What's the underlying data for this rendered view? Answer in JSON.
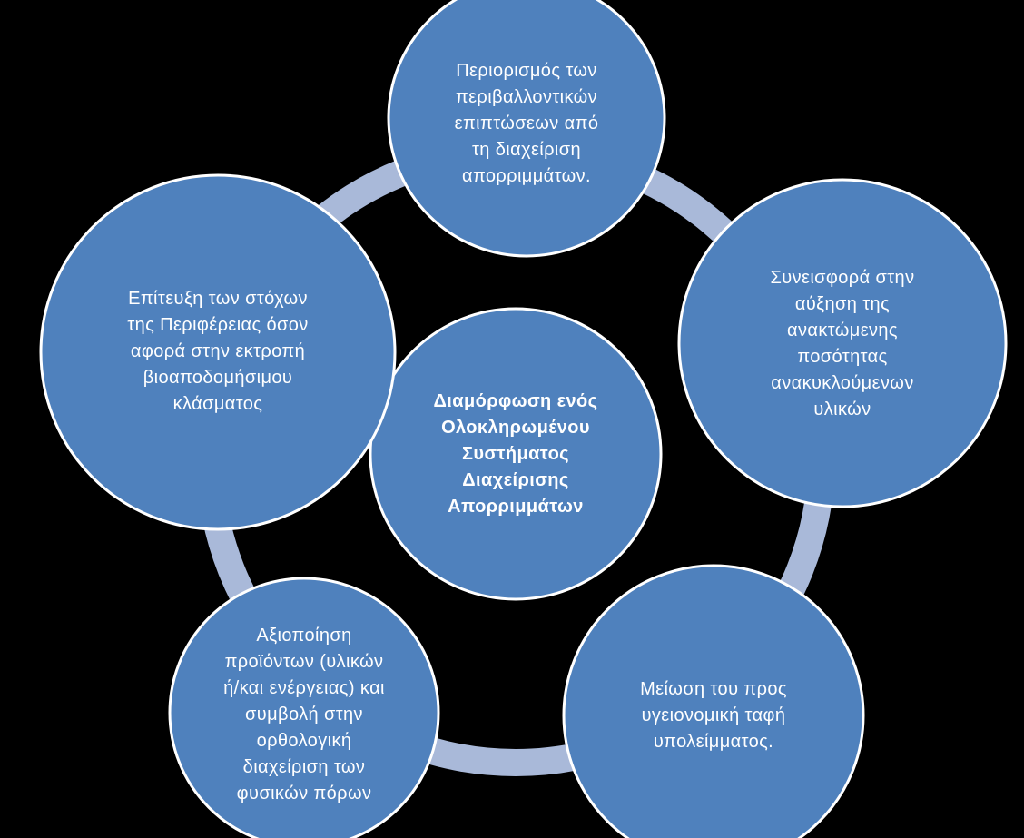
{
  "colors": {
    "background": "#000000",
    "ring": "#a9b9d9",
    "node_fill": "#4f81bd",
    "node_stroke": "#ffffff",
    "text": "#ffffff"
  },
  "center": {
    "text": "Διαμόρφωση ενός\nΟλοκληρωμένου\nΣυστήματος\nΔιαχείρισης\nΑπορριμμάτων"
  },
  "nodes": [
    {
      "id": "top",
      "text": "Περιορισμός των\nπεριβαλλοντικών\nεπιπτώσεων από\nτη διαχείριση\nαπορριμμάτων."
    },
    {
      "id": "right",
      "text": "Συνεισφορά στην\nαύξηση της\nανακτώμενης\nποσότητας\nανακυκλούμενων\nυλικών"
    },
    {
      "id": "bottom-right",
      "text": "Μείωση του προς\nυγειονομική ταφή\nυπολείμματος."
    },
    {
      "id": "bottom-left",
      "text": "Αξιοποίηση\nπροϊόντων (υλικών\nή/και ενέργειας) και\nσυμβολή στην\nορθολογική\nδιαχείριση των\nφυσικών πόρων"
    },
    {
      "id": "left",
      "text": "Επίτευξη των στόχων\nτης Περιφέρειας όσον\nαφορά στην εκτροπή\nβιοαποδομήσιμου\nκλάσματος"
    }
  ]
}
